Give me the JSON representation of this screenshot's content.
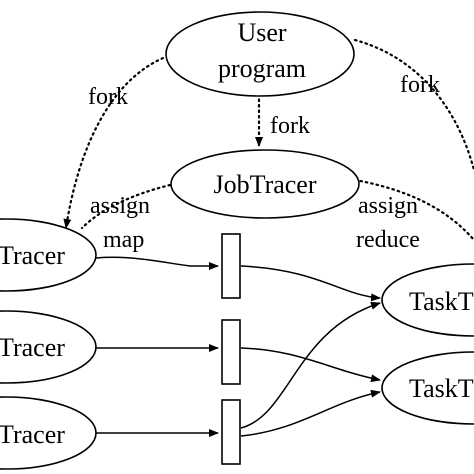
{
  "nodes": {
    "user_program": [
      "User",
      "program"
    ],
    "job_tracker": "JobTracer",
    "task_tracker_1": "Tracer",
    "task_tracker_2": "Tracer",
    "task_tracker_3": "Tracer",
    "reduce_tracker_1": "TaskT",
    "reduce_tracker_2": "TaskT"
  },
  "edge_labels": {
    "fork_left": "fork",
    "fork_center": "fork",
    "fork_right": "fork",
    "assign_map": [
      "assign",
      "map"
    ],
    "assign_reduce": [
      "assign",
      "reduce"
    ]
  }
}
